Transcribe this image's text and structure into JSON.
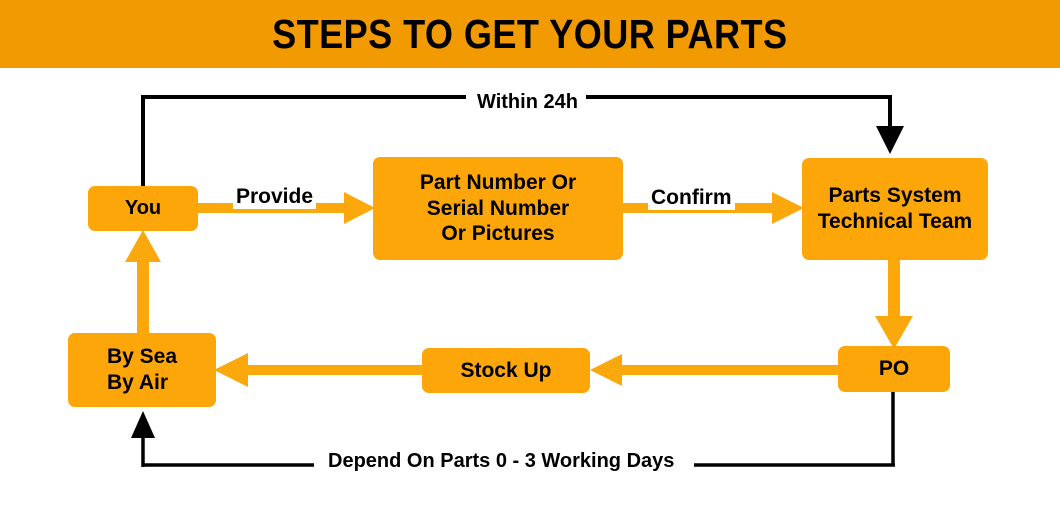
{
  "header": {
    "title": "STEPS TO GET YOUR PARTS",
    "background_color": "#f29a02",
    "text_color": "#000000"
  },
  "colors": {
    "banner_orange": "#f29a02",
    "node_orange": "#fca60a",
    "arrow_orange": "#fba80d",
    "line_black": "#000000",
    "page_background": "#ffffff"
  },
  "diagram": {
    "type": "flowchart",
    "nodes": [
      {
        "id": "you",
        "label_lines": [
          "You"
        ]
      },
      {
        "id": "part",
        "label_lines": [
          "Part Number Or",
          "Serial Number",
          "Or Pictures"
        ]
      },
      {
        "id": "team",
        "label_lines": [
          "Parts System",
          "Technical Team"
        ]
      },
      {
        "id": "po",
        "label_lines": [
          "PO"
        ]
      },
      {
        "id": "stock",
        "label_lines": [
          "Stock Up"
        ]
      },
      {
        "id": "shipping",
        "label_lines": [
          "By Sea",
          "By Air"
        ]
      }
    ],
    "edges": [
      {
        "id": "you-to-part",
        "from": "you",
        "to": "part",
        "label": "Provide",
        "style": "orange"
      },
      {
        "id": "part-to-team",
        "from": "part",
        "to": "team",
        "label": "Confirm",
        "style": "orange"
      },
      {
        "id": "you-to-team-top",
        "from": "you",
        "to": "team",
        "label": "Within 24h",
        "style": "black"
      },
      {
        "id": "team-to-po",
        "from": "team",
        "to": "po",
        "label": "",
        "style": "orange"
      },
      {
        "id": "po-to-stock",
        "from": "po",
        "to": "stock",
        "label": "",
        "style": "orange"
      },
      {
        "id": "stock-to-shipping",
        "from": "stock",
        "to": "shipping",
        "label": "",
        "style": "orange"
      },
      {
        "id": "shipping-to-you",
        "from": "shipping",
        "to": "you",
        "label": "",
        "style": "orange"
      },
      {
        "id": "po-to-shipping-bot",
        "from": "po",
        "to": "shipping",
        "label": "Depend On Parts  0 - 3  Working Days",
        "style": "black"
      }
    ]
  }
}
